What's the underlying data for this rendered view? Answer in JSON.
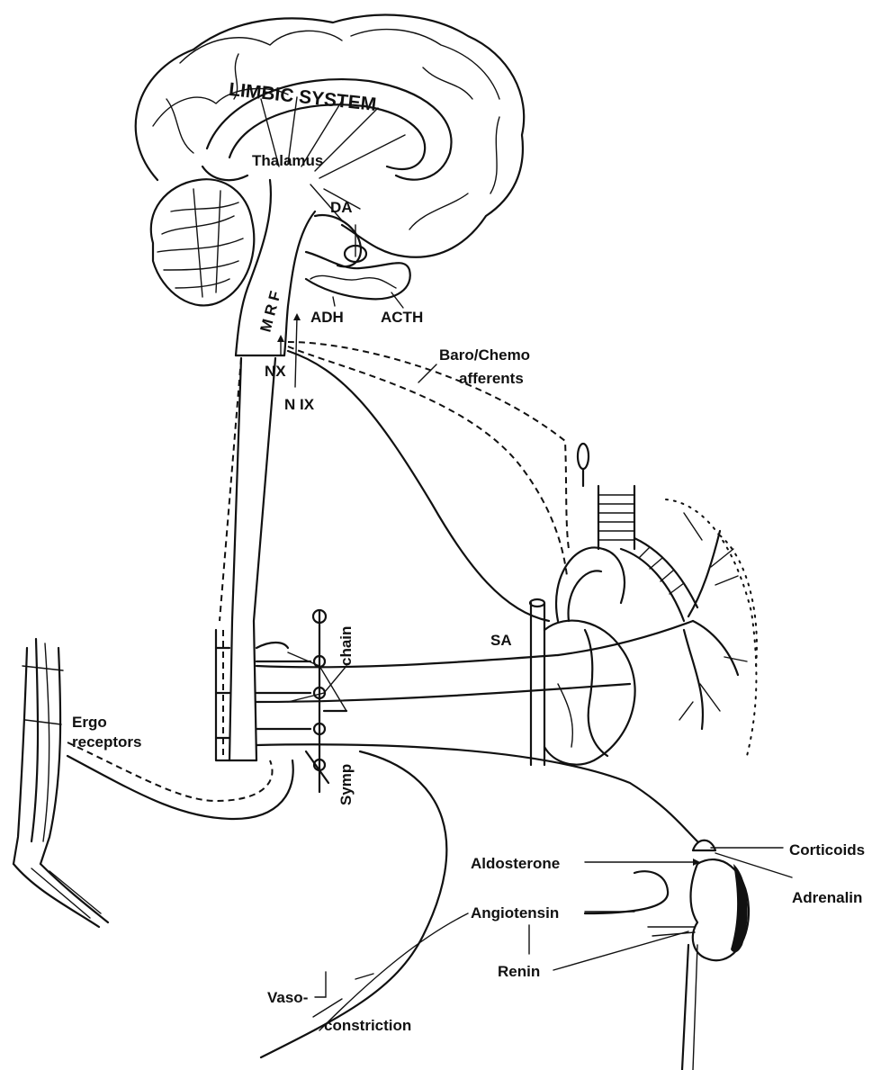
{
  "labels": {
    "limbic_system": "LIMBIC SYSTEM",
    "thalamus": "Thalamus",
    "da": "DA",
    "mrf": "M R F",
    "adh": "ADH",
    "acth": "ACTH",
    "nx": "NX",
    "nix": "N IX",
    "baro_chemo_line1": "Baro/Chemo",
    "baro_chemo_line2": "afferents",
    "sa": "SA",
    "chain": "chain",
    "symp": "Symp",
    "ergo_line1": "Ergo",
    "ergo_line2": "receptors",
    "aldosterone": "Aldosterone",
    "corticoids": "Corticoids",
    "adrenalin": "Adrenalin",
    "angiotensin": "Angiotensin",
    "renin": "Renin",
    "vaso": "Vaso-",
    "constriction": "constriction"
  }
}
